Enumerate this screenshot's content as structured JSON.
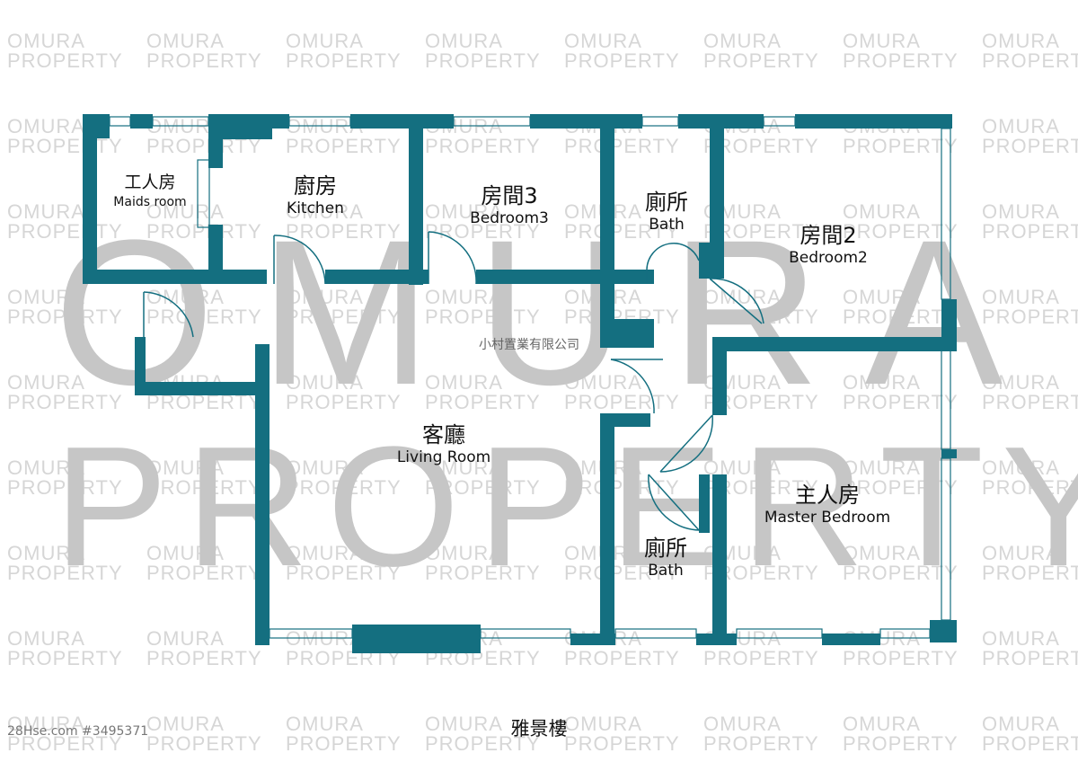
{
  "watermark": {
    "tile_line1": "OMURA",
    "tile_line2": "PROPERTY",
    "large_line1": "OMURA",
    "large_line2": "PROPERTY"
  },
  "rooms": {
    "maids": {
      "zh": "工人房",
      "en": "Maids room"
    },
    "kitchen": {
      "zh": "廚房",
      "en": "Kitchen"
    },
    "bedroom3": {
      "zh": "房間3",
      "en": "Bedroom3"
    },
    "bath_top": {
      "zh": "廁所",
      "en": "Bath"
    },
    "bedroom2": {
      "zh": "房間2",
      "en": "Bedroom2"
    },
    "living": {
      "zh": "客廳",
      "en": "Living Room"
    },
    "bath_bottom": {
      "zh": "廁所",
      "en": "Bath"
    },
    "master": {
      "zh": "主人房",
      "en": "Master Bedroom"
    }
  },
  "company": "小村置業有限公司",
  "building": "雅景樓",
  "listing_id": "28Hse.com #3495371",
  "colors": {
    "wall": "#146f80",
    "watermark": "#d6d6d6",
    "large_watermark": "#c6c6c6"
  }
}
